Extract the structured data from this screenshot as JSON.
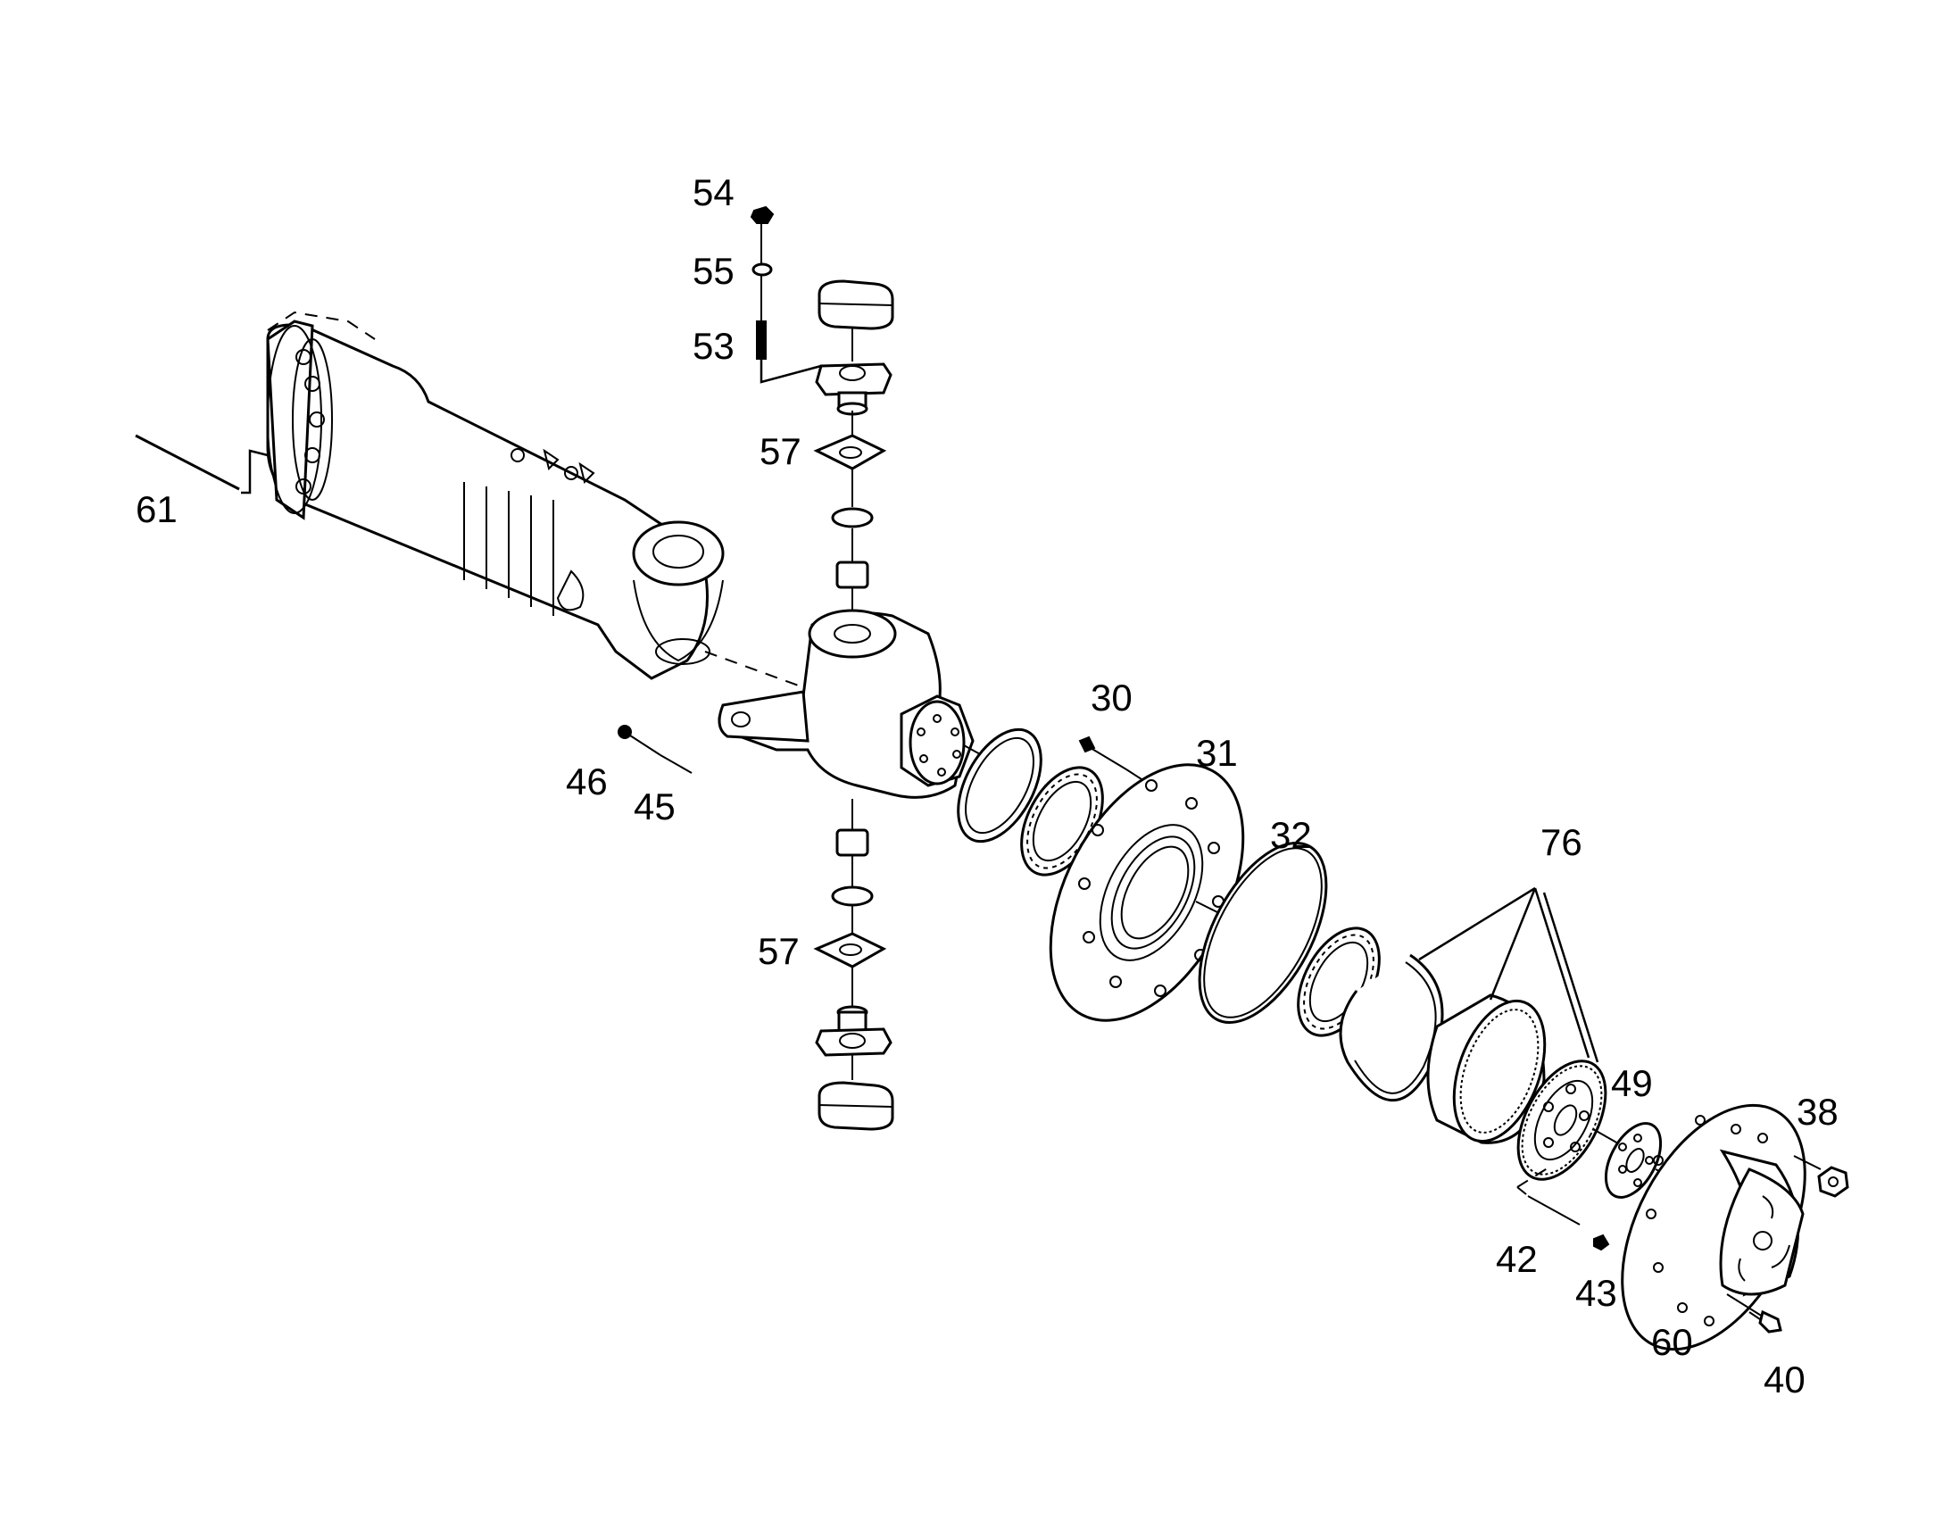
{
  "diagram": {
    "callouts": {
      "c54": "54",
      "c55": "55",
      "c53": "53",
      "c57_top": "57",
      "c61": "61",
      "c30": "30",
      "c31": "31",
      "c46": "46",
      "c45": "45",
      "c32": "32",
      "c76": "76",
      "c57_bottom": "57",
      "c49": "49",
      "c38": "38",
      "c42": "42",
      "c43": "43",
      "c60": "60",
      "c40": "40"
    },
    "line_color": "#000000",
    "background_color": "#ffffff"
  }
}
